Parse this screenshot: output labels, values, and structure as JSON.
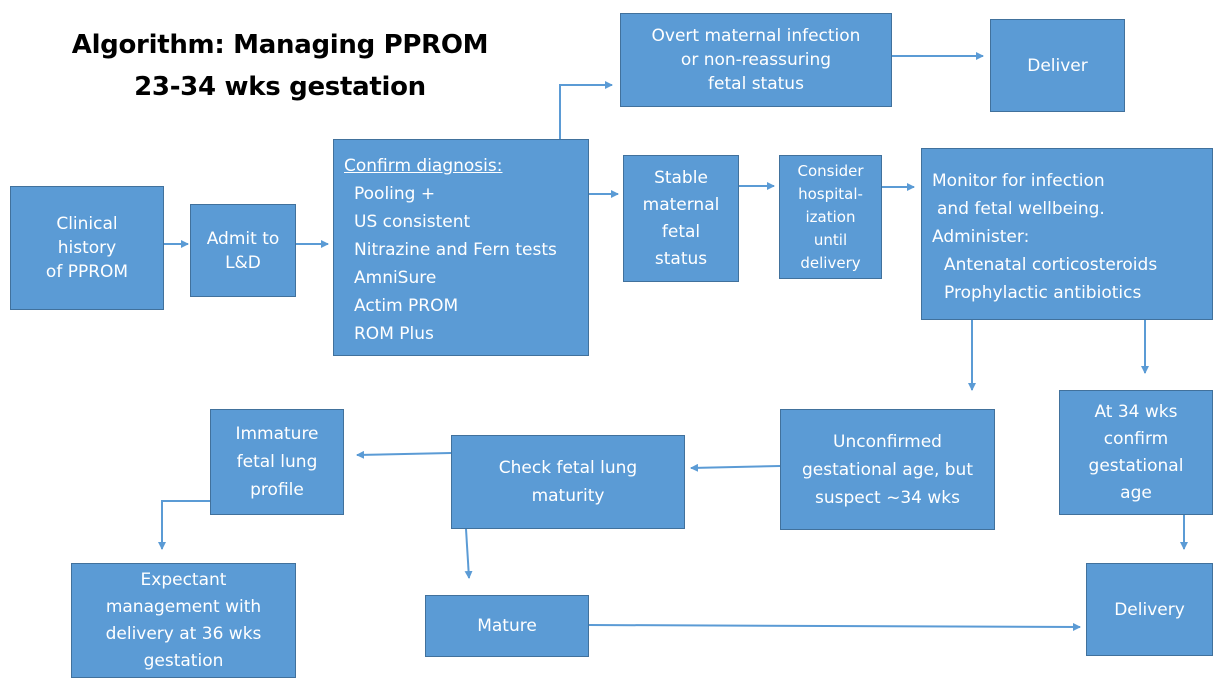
{
  "title": {
    "line1": "Algorithm:  Managing PPROM",
    "line2": "23-34 wks gestation"
  },
  "colors": {
    "box_fill": "#5b9bd5",
    "box_border": "#41719c",
    "arrow": "#5b9bd5",
    "text": "#ffffff"
  },
  "nodes": {
    "clinical_history": [
      "Clinical",
      "history",
      "of PPROM"
    ],
    "admit": [
      "Admit to",
      "L&D"
    ],
    "confirm": {
      "heading": "Confirm diagnosis:",
      "items": [
        "Pooling +",
        "US consistent",
        "Nitrazine and Fern tests",
        "AmniSure",
        "Actim PROM",
        "ROM Plus"
      ]
    },
    "overt_infection": [
      "Overt maternal infection",
      "or non-reassuring",
      "fetal status"
    ],
    "deliver": "Deliver",
    "stable": [
      "Stable",
      "maternal",
      "fetal",
      "status"
    ],
    "consider": [
      "Consider",
      "hospital-",
      "ization",
      "until",
      "delivery"
    ],
    "monitor": {
      "lines": [
        "Monitor for infection",
        "and fetal wellbeing.",
        "Administer:"
      ],
      "items": [
        "Antenatal corticosteroids",
        "Prophylactic antibiotics"
      ]
    },
    "at34": [
      "At 34 wks",
      "confirm",
      "gestational",
      "age"
    ],
    "unconfirmed": [
      "Unconfirmed",
      "gestational age, but",
      "suspect ~34 wks"
    ],
    "check_lung": [
      "Check fetal lung",
      "maturity"
    ],
    "immature": [
      "Immature",
      "fetal lung",
      "profile"
    ],
    "expectant": [
      "Expectant",
      "management with",
      "delivery at 36 wks",
      "gestation"
    ],
    "mature": "Mature",
    "delivery": "Delivery"
  }
}
